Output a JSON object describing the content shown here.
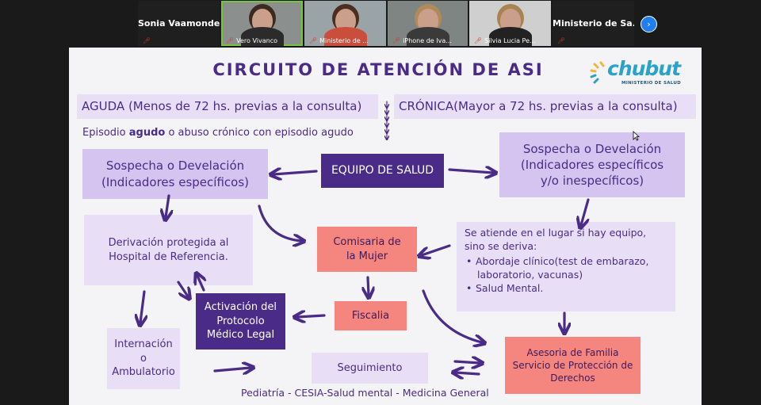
{
  "meeting": {
    "participants": [
      {
        "name": "Sonia Vaamonde",
        "has_video": false
      },
      {
        "name": "Vero Vivanco",
        "has_video": true,
        "active_speaker": true
      },
      {
        "name": "Ministerio de ...",
        "has_video": true
      },
      {
        "name": "iPhone de Iva...",
        "has_video": true
      },
      {
        "name": "Silvia Lucia Pe...",
        "has_video": true
      },
      {
        "name": "Ministerio de Sa...",
        "has_video": false
      }
    ],
    "next_icon": "chevron-right-icon",
    "muted_icon": "muted-mic-icon"
  },
  "slide": {
    "title": "CIRCUITO DE ATENCIÓN DE ASI",
    "logo": {
      "text": "chubut",
      "subtitle": "MINISTERIO DE SALUD"
    },
    "aguda": {
      "label": "AGUDA",
      "detail": "(Menos de 72 hs. previas a la consulta)"
    },
    "cronica": {
      "label": "CRÓNICA",
      "detail": "(Mayor a 72 hs. previas a la consulta)"
    },
    "episodio": {
      "prefix": "Episodio ",
      "bold": "agudo",
      "suffix": " o abuso crónico con episodio agudo"
    },
    "sospecha_left": "Sospecha o Develación (Indicadores específicos)",
    "equipo": "EQUIPO DE SALUD",
    "sospecha_right": "Sospecha o Develación (Indicadores específicos y/o inespecíficos)",
    "derivacion": "Derivación protegida al Hospital de Referencia.",
    "comisaria": "Comisaria de la Mujer",
    "atiende": {
      "intro": "Se atiende en el lugar si hay equipo, sino se deriva:",
      "items": [
        "Abordaje clínico(test de embarazo, laboratorio, vacunas)",
        "Salud Mental."
      ]
    },
    "internacion": "Internación o Ambulatorio",
    "activacion": "Activación del Protocolo Médico Legal",
    "fiscalia": "Fiscalia",
    "asesoria": "Asesoria de Familia Servicio de Protección de Derechos",
    "seguimiento": "Seguimiento",
    "footer": "Pediatría - CESIA-Salud mental - Medicina General",
    "colors": {
      "dark_purple": "#4a2b87",
      "light_purple": "#d5c4ef",
      "lavender": "#e8dff7",
      "salmon": "#f5857f"
    }
  }
}
